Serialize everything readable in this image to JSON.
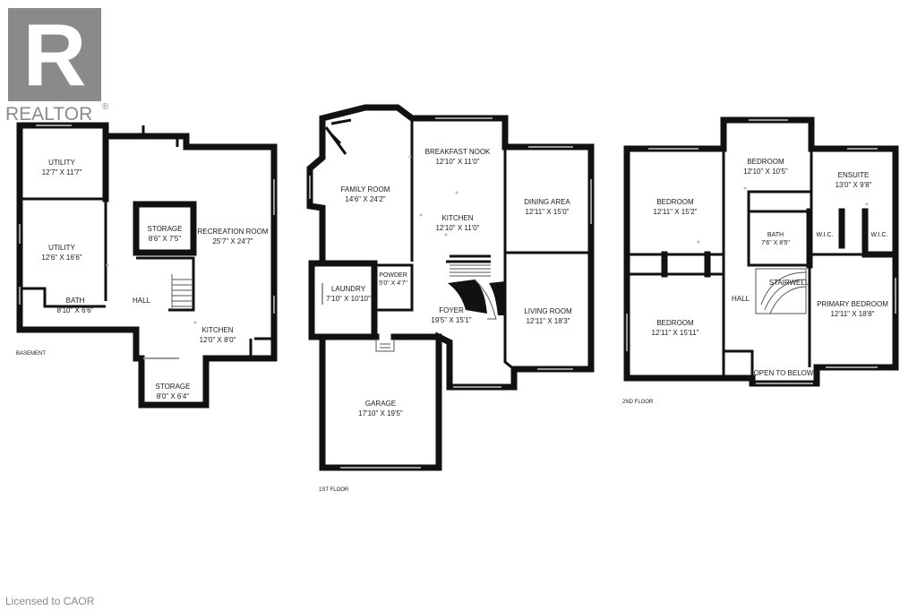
{
  "logo": {
    "wordmark": "REALTOR",
    "letter": "R",
    "reg_mark": "®"
  },
  "license": "Licensed to CAOR",
  "floors": {
    "basement": {
      "label": "BASEMENT",
      "rooms": {
        "utility1": {
          "name": "UTILITY",
          "size": "12'7\" X 11'7\""
        },
        "utility2": {
          "name": "UTILITY",
          "size": "12'6\" X 16'6\""
        },
        "bath": {
          "name": "BATH",
          "size": "8'10\" X 6'6\""
        },
        "storage1": {
          "name": "STORAGE",
          "size": "8'6\" X 7'5\""
        },
        "recreation": {
          "name": "RECREATION ROOM",
          "size": "25'7\" X 24'7\""
        },
        "hall": {
          "name": "HALL"
        },
        "kitchen": {
          "name": "KITCHEN",
          "size": "12'0\" X 8'0\""
        },
        "storage2": {
          "name": "STORAGE",
          "size": "8'0\" X 6'4\""
        }
      }
    },
    "first": {
      "label": "1ST FLOOR",
      "rooms": {
        "family": {
          "name": "FAMILY ROOM",
          "size": "14'6\" X 24'2\""
        },
        "breakfast": {
          "name": "BREAKFAST NOOK",
          "size": "12'10\" X 11'0\""
        },
        "kitchen": {
          "name": "KITCHEN",
          "size": "12'10\" X 11'0\""
        },
        "dining": {
          "name": "DINING AREA",
          "size": "12'11\" X 15'0\""
        },
        "laundry": {
          "name": "LAUNDRY",
          "size": "7'10\" X 10'10\""
        },
        "powder": {
          "name": "POWDER",
          "size": "5'0\" X 4'7\""
        },
        "foyer": {
          "name": "FOYER",
          "size": "19'5\" X 15'1\""
        },
        "living": {
          "name": "LIVING ROOM",
          "size": "12'11\" X 18'3\""
        },
        "garage": {
          "name": "GARAGE",
          "size": "17'10\" X 19'5\""
        }
      }
    },
    "second": {
      "label": "2ND FLOOR",
      "rooms": {
        "bedroom1": {
          "name": "BEDROOM",
          "size": "12'11\" X 15'2\""
        },
        "bedroom2": {
          "name": "BEDROOM",
          "size": "12'10\" X 10'5\""
        },
        "ensuite": {
          "name": "ENSUITE",
          "size": "13'0\" X 9'8\""
        },
        "bath": {
          "name": "BATH",
          "size": "7'6\" X 8'5\""
        },
        "wic1": {
          "name": "W.I.C."
        },
        "wic2": {
          "name": "W.I.C."
        },
        "stairwell": {
          "name": "STAIRWELL"
        },
        "hall": {
          "name": "HALL"
        },
        "bedroom3": {
          "name": "BEDROOM",
          "size": "12'11\" X 15'11\""
        },
        "primary": {
          "name": "PRIMARY BEDROOM",
          "size": "12'11\" X 18'8\""
        },
        "open": {
          "name": "OPEN TO BELOW"
        }
      }
    }
  }
}
